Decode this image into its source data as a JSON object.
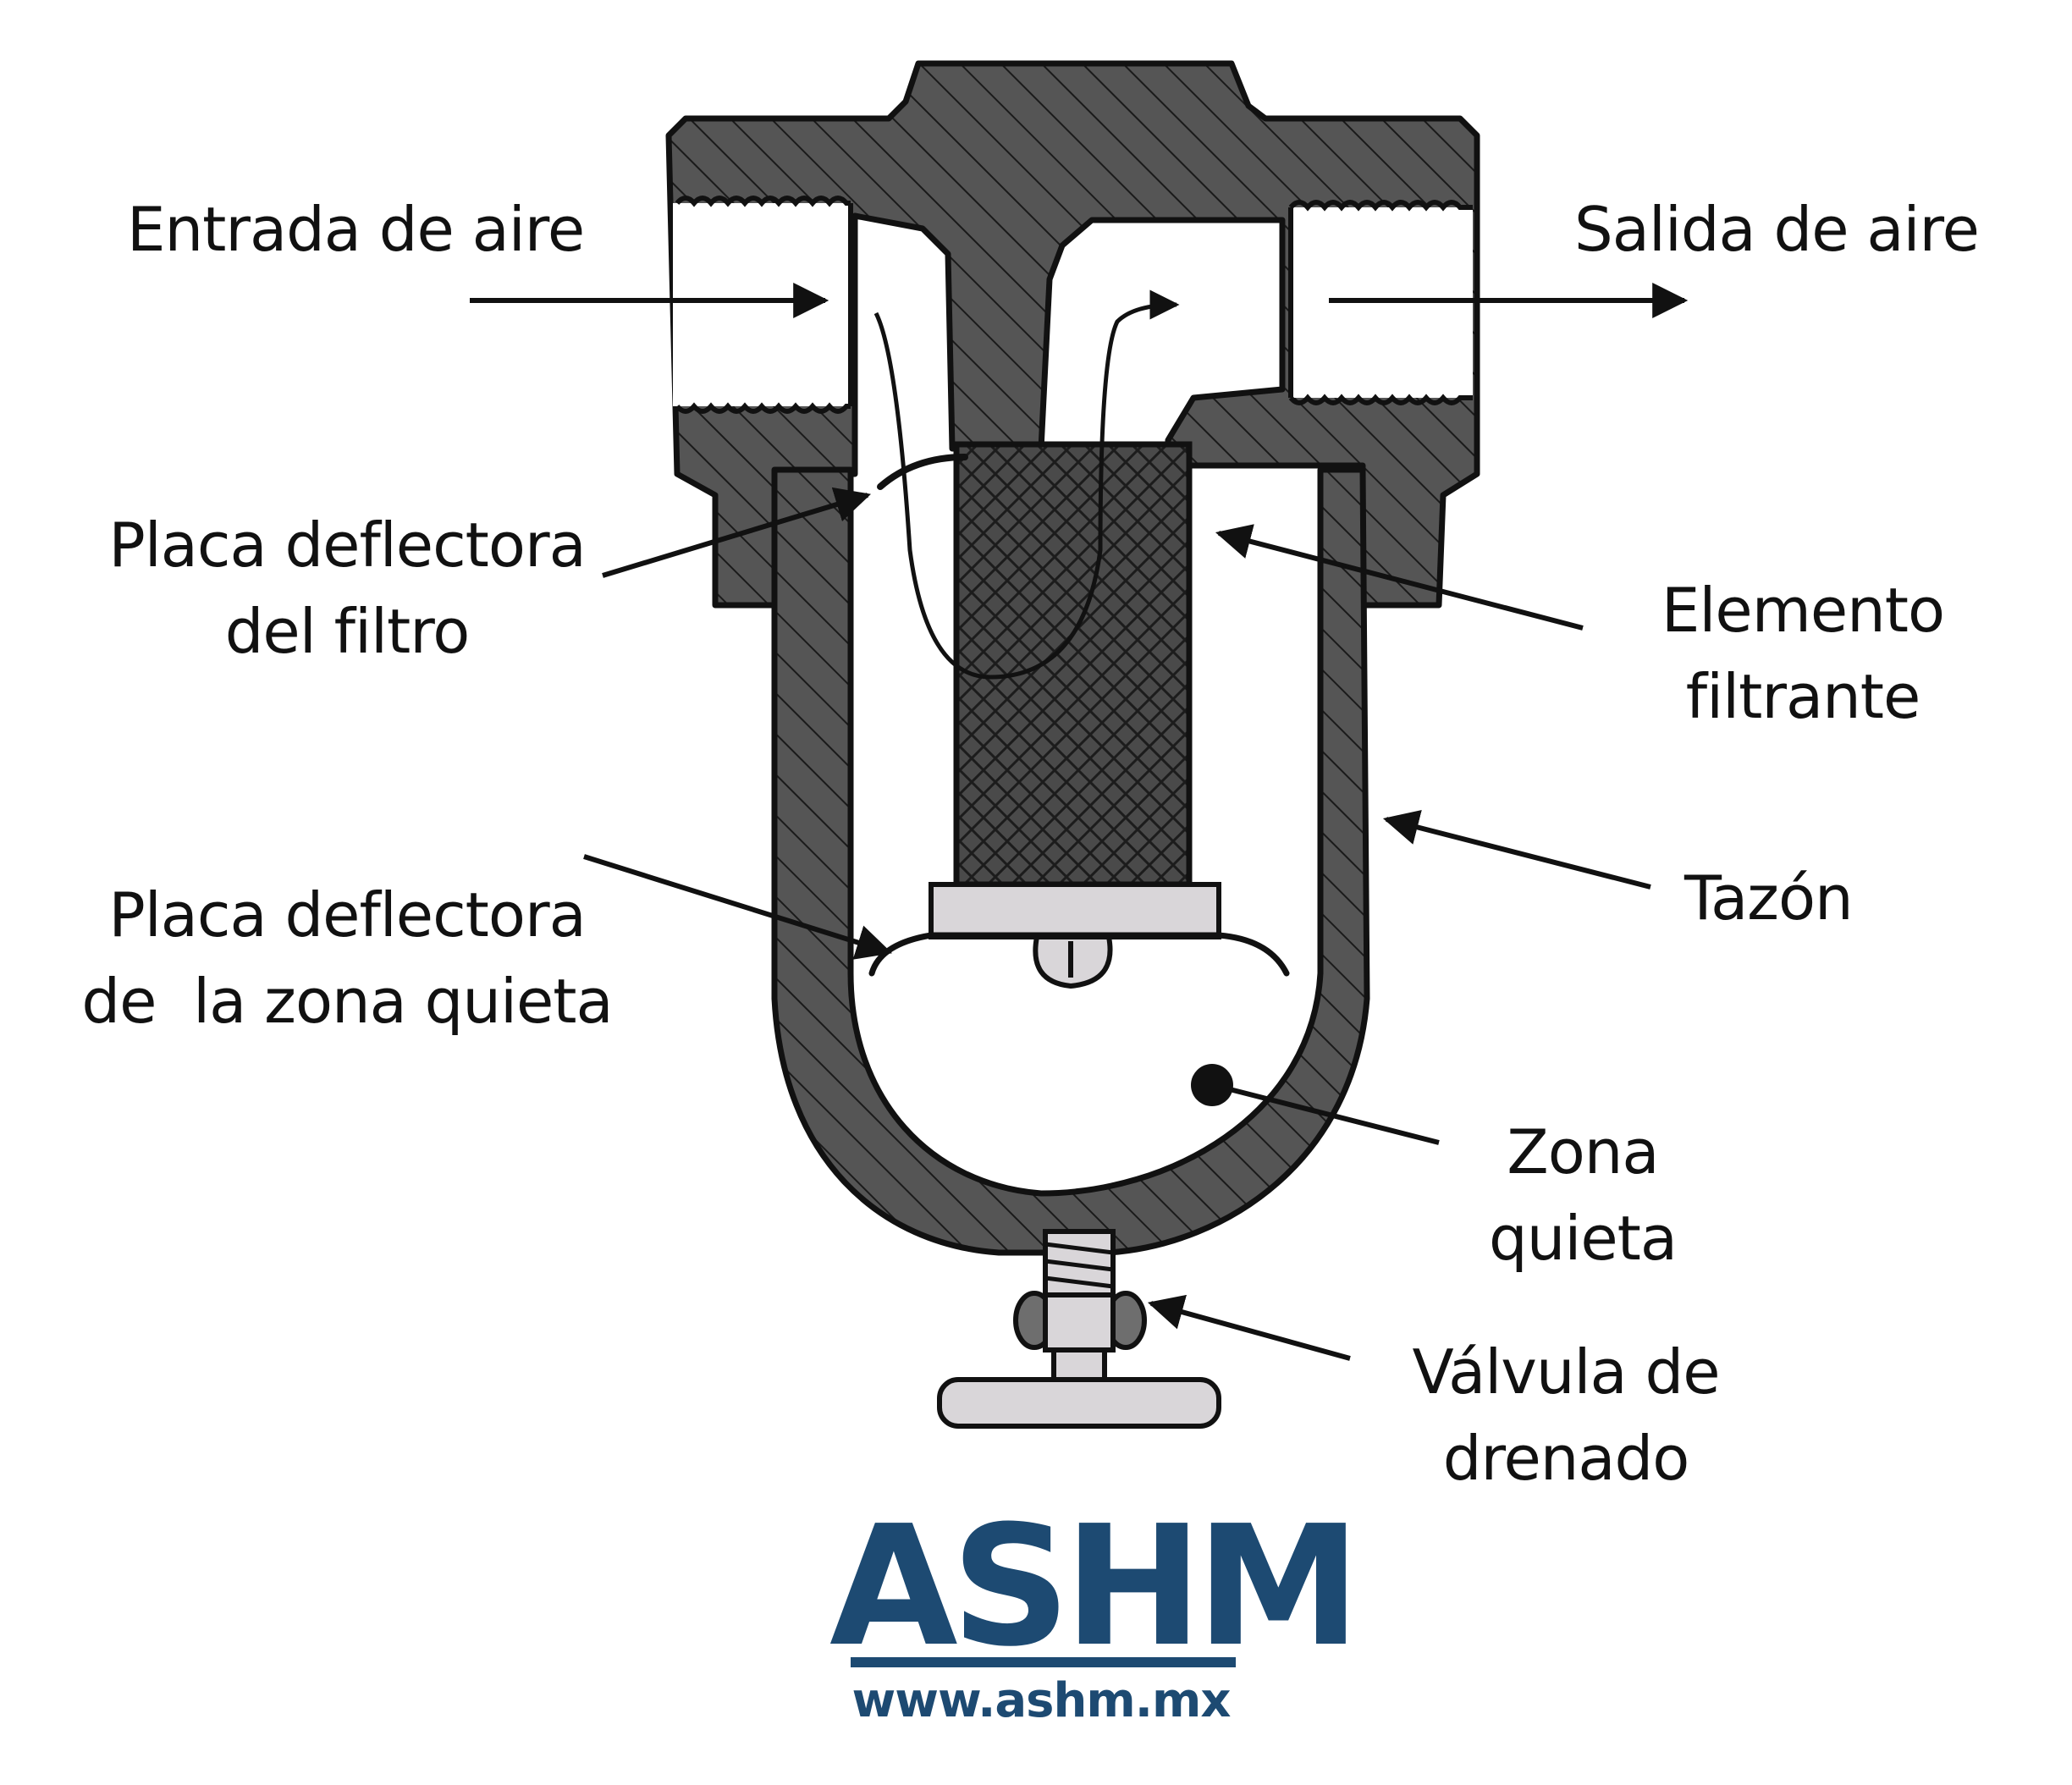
{
  "labels": {
    "entrada": "Entrada de aire",
    "salida": "Salida de aire",
    "placa_filtro": [
      "Placa deflectora",
      "del filtro"
    ],
    "elemento": [
      "Elemento",
      "filtrante"
    ],
    "tazon": "Tazón",
    "placa_zona": [
      "Placa deflectora",
      "de  la zona quieta"
    ],
    "zona": [
      "Zona",
      "quieta"
    ],
    "valvula": [
      "Válvula de",
      "drenado"
    ]
  },
  "logo": {
    "name": "ASHM",
    "url": "www.ashm.mx"
  },
  "colors": {
    "body": "#555555",
    "outline": "#111111",
    "light_part": "#d9d6d9",
    "brand": "#1d4a72"
  }
}
